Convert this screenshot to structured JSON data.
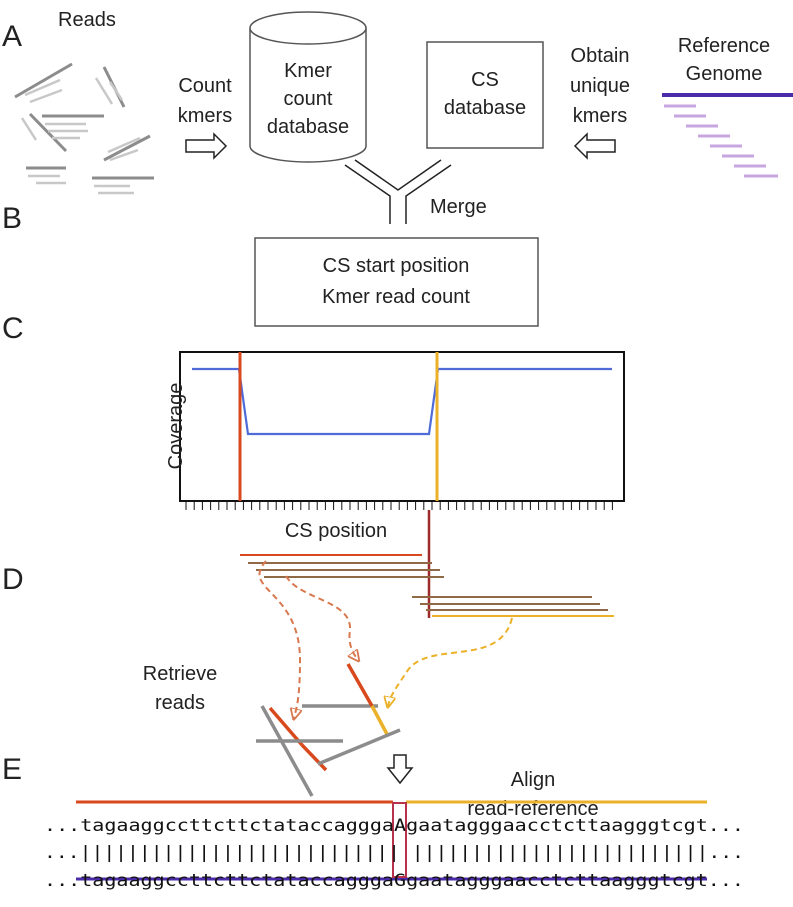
{
  "panel_letters": [
    "A",
    "B",
    "C",
    "D",
    "E"
  ],
  "panel_a": {
    "reads_label": "Reads",
    "count_kmers": [
      "Count",
      "kmers"
    ],
    "kmer_db": [
      "Kmer",
      "count",
      "database"
    ],
    "cs_db": [
      "CS",
      "database"
    ],
    "obtain_unique": [
      "Obtain",
      "unique",
      "kmers"
    ],
    "reference": [
      "Reference",
      "Genome"
    ]
  },
  "panel_b": {
    "merge_label": "Merge",
    "box_lines": [
      "CS start position",
      "Kmer read count"
    ]
  },
  "panel_c": {
    "ylabel": "Coverage",
    "xlabel": "CS position",
    "coverage_profile": {
      "high": 1.0,
      "low": 0.0,
      "description_levels": "two"
    }
  },
  "panel_d": {
    "retrieve_label": [
      "Retrieve",
      "reads"
    ]
  },
  "panel_e": {
    "align_label": [
      "Align",
      "read-reference"
    ],
    "read_seq": "...tagaaggccttcttctataccagggaAgaatagggaacctcttaagggtcgt...",
    "match_line": "...||||||||||||||||||||||||||| |||||||||||||||||||||||||...",
    "ref_seq": "...tagaaggccttcttctataccagggaGgaatagggaacctcttaagggtcgt..."
  },
  "colors": {
    "read_gray": "#8c8c8c",
    "light_gray": "#c8c8c8",
    "reference_purple": "#4b2ba8",
    "kmer_lavender": "#c7a6e0",
    "coverage_blue": "#4f6bd8",
    "breakpoint_red": "#d84a1e",
    "breakpoint_yellow": "#ebb128",
    "dark_red": "#9e2a2a",
    "brown": "#8f6a45",
    "highlight_box": "#b8324b"
  }
}
